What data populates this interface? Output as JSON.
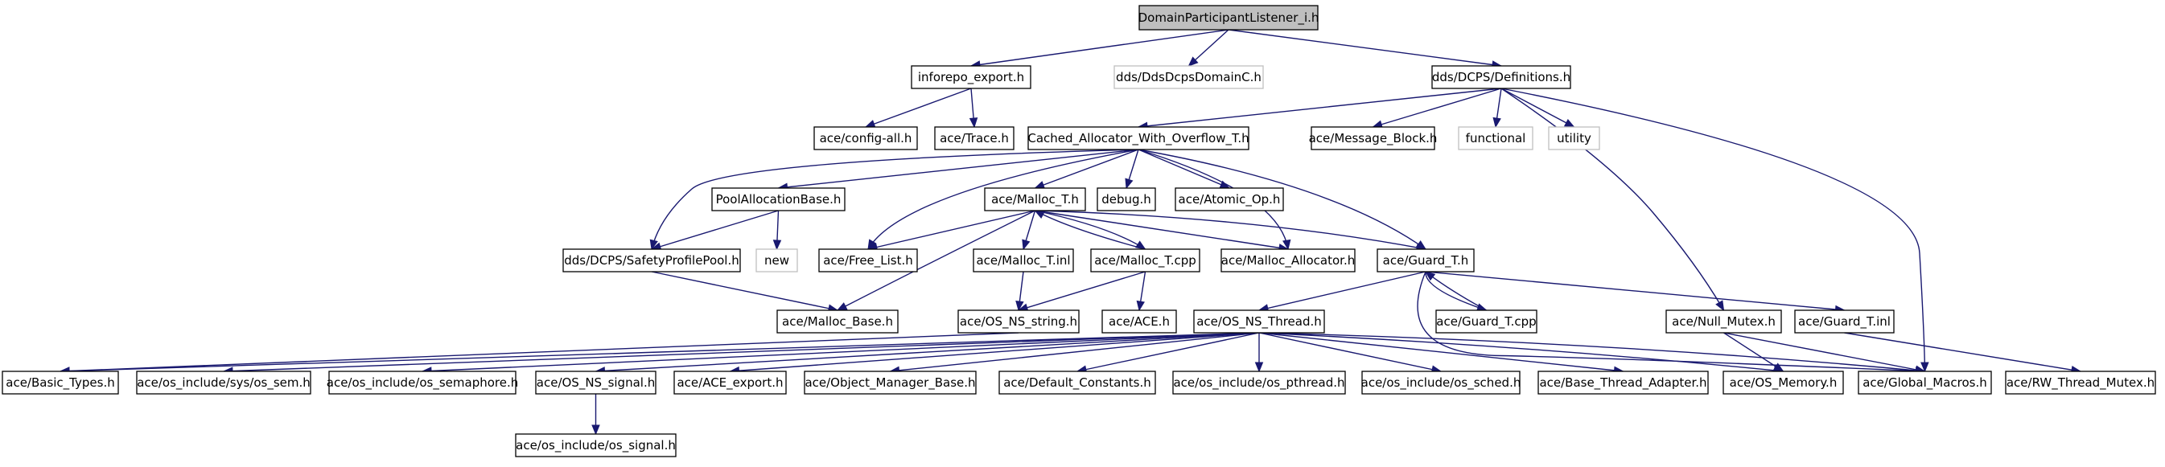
{
  "colors": {
    "edge": "#191970",
    "node_border": "#000000",
    "node_border_missing": "#bfbfbf",
    "root_fill": "#bfbfbf",
    "node_fill": "#ffffff"
  },
  "nodes": [
    {
      "id": "root",
      "label": "DomainParticipantListener_i.h",
      "kind": "root"
    },
    {
      "id": "inforepo",
      "label": "inforepo_export.h",
      "kind": "normal"
    },
    {
      "id": "ddscpsdomainc",
      "label": "dds/DdsDcpsDomainC.h",
      "kind": "missing"
    },
    {
      "id": "definitions",
      "label": "dds/DCPS/Definitions.h",
      "kind": "normal"
    },
    {
      "id": "configall",
      "label": "ace/config-all.h",
      "kind": "normal"
    },
    {
      "id": "trace",
      "label": "ace/Trace.h",
      "kind": "normal"
    },
    {
      "id": "cached",
      "label": "Cached_Allocator_With_Overflow_T.h",
      "kind": "normal"
    },
    {
      "id": "msgblock",
      "label": "ace/Message_Block.h",
      "kind": "normal"
    },
    {
      "id": "functional",
      "label": "functional",
      "kind": "missing"
    },
    {
      "id": "utility",
      "label": "utility",
      "kind": "missing"
    },
    {
      "id": "poolalloc",
      "label": "PoolAllocationBase.h",
      "kind": "normal"
    },
    {
      "id": "mallocT",
      "label": "ace/Malloc_T.h",
      "kind": "normal"
    },
    {
      "id": "debug",
      "label": "debug.h",
      "kind": "normal"
    },
    {
      "id": "atomic",
      "label": "ace/Atomic_Op.h",
      "kind": "normal"
    },
    {
      "id": "safety",
      "label": "dds/DCPS/SafetyProfilePool.h",
      "kind": "normal"
    },
    {
      "id": "new",
      "label": "new",
      "kind": "missing"
    },
    {
      "id": "freelist",
      "label": "ace/Free_List.h",
      "kind": "normal"
    },
    {
      "id": "mallocTinl",
      "label": "ace/Malloc_T.inl",
      "kind": "normal"
    },
    {
      "id": "mallocTcpp",
      "label": "ace/Malloc_T.cpp",
      "kind": "normal"
    },
    {
      "id": "mallocalloc",
      "label": "ace/Malloc_Allocator.h",
      "kind": "normal"
    },
    {
      "id": "guardT",
      "label": "ace/Guard_T.h",
      "kind": "normal"
    },
    {
      "id": "mallocbase",
      "label": "ace/Malloc_Base.h",
      "kind": "normal"
    },
    {
      "id": "osnsstring",
      "label": "ace/OS_NS_string.h",
      "kind": "normal"
    },
    {
      "id": "ace",
      "label": "ace/ACE.h",
      "kind": "normal"
    },
    {
      "id": "osnsthread",
      "label": "ace/OS_NS_Thread.h",
      "kind": "normal"
    },
    {
      "id": "guardTcpp",
      "label": "ace/Guard_T.cpp",
      "kind": "normal"
    },
    {
      "id": "nullmutex",
      "label": "ace/Null_Mutex.h",
      "kind": "normal"
    },
    {
      "id": "guardTinl",
      "label": "ace/Guard_T.inl",
      "kind": "normal"
    },
    {
      "id": "basictypes",
      "label": "ace/Basic_Types.h",
      "kind": "normal"
    },
    {
      "id": "ossem",
      "label": "ace/os_include/sys/os_sem.h",
      "kind": "normal"
    },
    {
      "id": "ossemaphore",
      "label": "ace/os_include/os_semaphore.h",
      "kind": "normal"
    },
    {
      "id": "osnssignal",
      "label": "ace/OS_NS_signal.h",
      "kind": "normal"
    },
    {
      "id": "aceexport",
      "label": "ace/ACE_export.h",
      "kind": "normal"
    },
    {
      "id": "objmgr",
      "label": "ace/Object_Manager_Base.h",
      "kind": "normal"
    },
    {
      "id": "defconst",
      "label": "ace/Default_Constants.h",
      "kind": "normal"
    },
    {
      "id": "ospthread",
      "label": "ace/os_include/os_pthread.h",
      "kind": "normal"
    },
    {
      "id": "ossched",
      "label": "ace/os_include/os_sched.h",
      "kind": "normal"
    },
    {
      "id": "basethread",
      "label": "ace/Base_Thread_Adapter.h",
      "kind": "normal"
    },
    {
      "id": "osmemory",
      "label": "ace/OS_Memory.h",
      "kind": "normal"
    },
    {
      "id": "globalmacros",
      "label": "ace/Global_Macros.h",
      "kind": "normal"
    },
    {
      "id": "rwthread",
      "label": "ace/RW_Thread_Mutex.h",
      "kind": "normal"
    },
    {
      "id": "ossignal",
      "label": "ace/os_include/os_signal.h",
      "kind": "normal"
    }
  ],
  "edges": [
    [
      "root",
      "inforepo"
    ],
    [
      "root",
      "ddscpsdomainc"
    ],
    [
      "root",
      "definitions"
    ],
    [
      "inforepo",
      "configall"
    ],
    [
      "inforepo",
      "trace"
    ],
    [
      "definitions",
      "cached"
    ],
    [
      "definitions",
      "msgblock"
    ],
    [
      "definitions",
      "functional"
    ],
    [
      "definitions",
      "utility"
    ],
    [
      "definitions",
      "nullmutex"
    ],
    [
      "definitions",
      "globalmacros"
    ],
    [
      "cached",
      "poolalloc"
    ],
    [
      "cached",
      "safety"
    ],
    [
      "cached",
      "mallocT"
    ],
    [
      "cached",
      "debug"
    ],
    [
      "cached",
      "atomic"
    ],
    [
      "cached",
      "freelist"
    ],
    [
      "cached",
      "mallocalloc"
    ],
    [
      "cached",
      "guardT"
    ],
    [
      "poolalloc",
      "safety"
    ],
    [
      "poolalloc",
      "new"
    ],
    [
      "safety",
      "mallocbase"
    ],
    [
      "mallocT",
      "freelist"
    ],
    [
      "mallocT",
      "mallocTinl"
    ],
    [
      "mallocT",
      "mallocTcpp"
    ],
    [
      "mallocT",
      "mallocalloc"
    ],
    [
      "mallocT",
      "guardT"
    ],
    [
      "mallocT",
      "mallocbase"
    ],
    [
      "mallocTcpp",
      "mallocT"
    ],
    [
      "mallocTcpp",
      "osnsstring"
    ],
    [
      "mallocTcpp",
      "ace"
    ],
    [
      "mallocTinl",
      "osnsstring"
    ],
    [
      "osnsstring",
      "basictypes"
    ],
    [
      "guardT",
      "osnsthread"
    ],
    [
      "guardT",
      "guardTcpp"
    ],
    [
      "guardT",
      "guardTinl"
    ],
    [
      "guardT",
      "globalmacros"
    ],
    [
      "guardTcpp",
      "guardT"
    ],
    [
      "guardTinl",
      "rwthread"
    ],
    [
      "nullmutex",
      "osmemory"
    ],
    [
      "nullmutex",
      "globalmacros"
    ],
    [
      "osnsthread",
      "basictypes"
    ],
    [
      "osnsthread",
      "ossem"
    ],
    [
      "osnsthread",
      "ossemaphore"
    ],
    [
      "osnsthread",
      "osnssignal"
    ],
    [
      "osnsthread",
      "aceexport"
    ],
    [
      "osnsthread",
      "objmgr"
    ],
    [
      "osnsthread",
      "defconst"
    ],
    [
      "osnsthread",
      "ospthread"
    ],
    [
      "osnsthread",
      "ossched"
    ],
    [
      "osnsthread",
      "basethread"
    ],
    [
      "osnsthread",
      "osmemory"
    ],
    [
      "osnsthread",
      "globalmacros"
    ],
    [
      "osnssignal",
      "ossignal"
    ]
  ]
}
